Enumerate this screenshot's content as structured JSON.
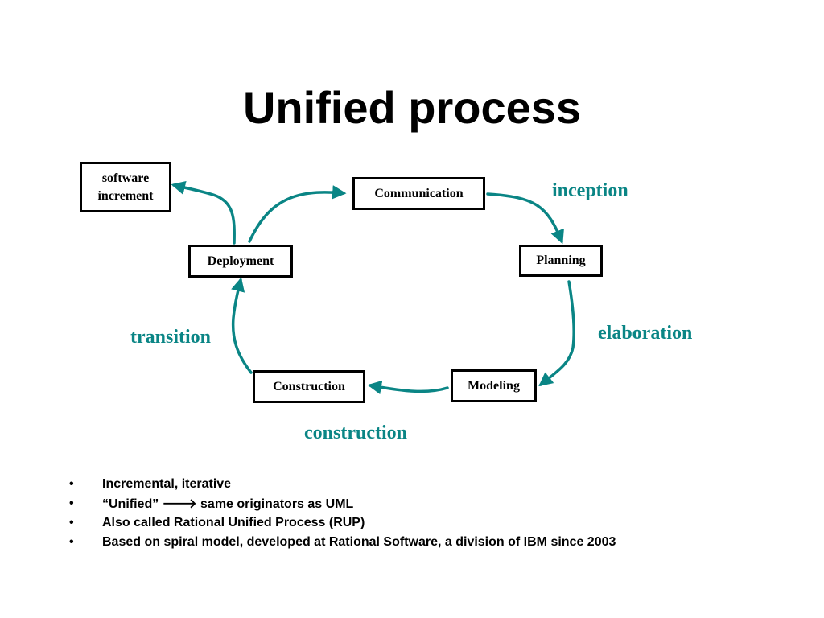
{
  "title": "Unified process",
  "accent_color": "#0a8585",
  "nodes": {
    "software_increment_line1": "software",
    "software_increment_line2": "increment",
    "communication": "Communication",
    "planning": "Planning",
    "deployment": "Deployment",
    "construction": "Construction",
    "modeling": "Modeling"
  },
  "phases": {
    "inception": "inception",
    "elaboration": "elaboration",
    "construction": "construction",
    "transition": "transition"
  },
  "bullet_symbol": "•",
  "bullets": [
    {
      "text": "Incremental, iterative"
    },
    {
      "before": "“Unified” ",
      "arrow": "🡒",
      "after": " same originators as UML"
    },
    {
      "text": "Also called Rational Unified Process (RUP)"
    },
    {
      "text": "Based on spiral model, developed at Rational Software, a division of IBM since 2003"
    }
  ]
}
